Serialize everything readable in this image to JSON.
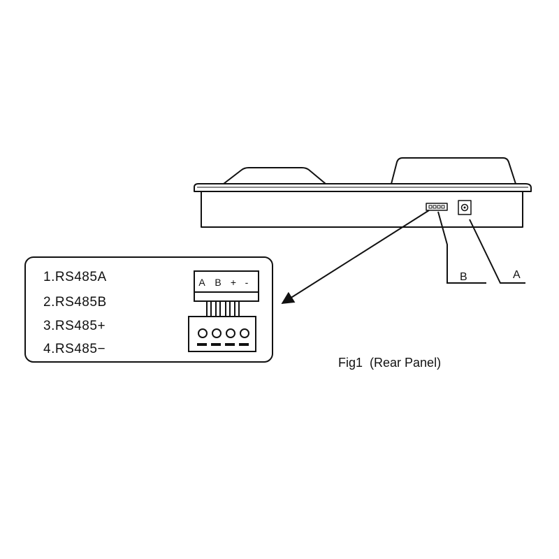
{
  "pins": [
    {
      "label": "1.RS485A"
    },
    {
      "label": "2.RS485B"
    },
    {
      "label": "3.RS485+"
    },
    {
      "label": "4.RS485−"
    }
  ],
  "terminal": {
    "letters": [
      "A",
      "B",
      "+",
      "-"
    ]
  },
  "callouts": {
    "a": "A",
    "b": "B"
  },
  "caption": "Fig1  (Rear Panel)",
  "colors": {
    "line": "#111111",
    "background": "#ffffff"
  }
}
